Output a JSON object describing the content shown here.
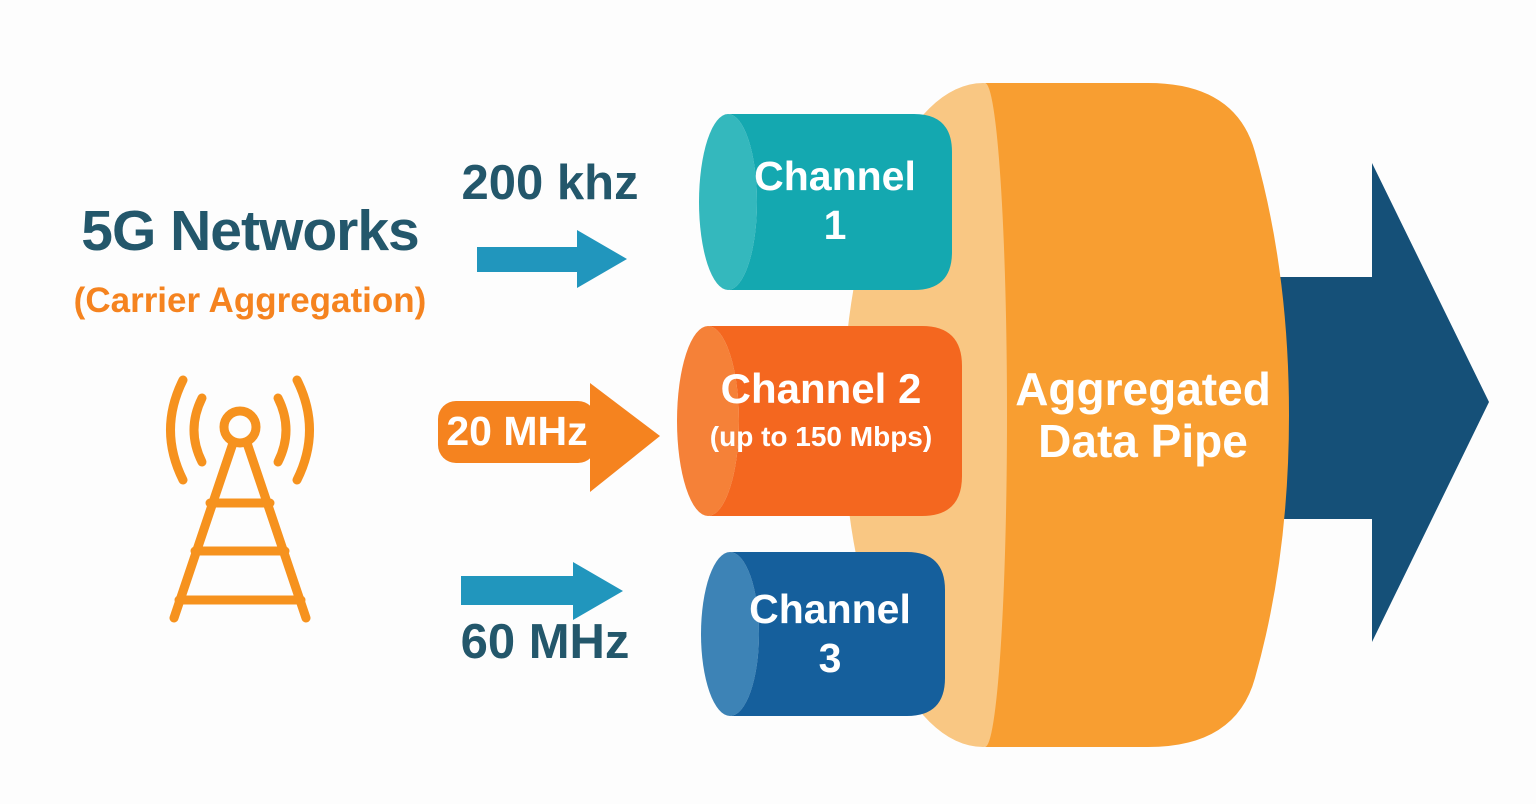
{
  "title": {
    "text": "5G Networks",
    "subtitle": "(Carrier Aggregation)"
  },
  "channels": [
    {
      "name": "Channel 1",
      "label_line1": "Channel",
      "label_line2": "1",
      "bandwidth": "200 khz"
    },
    {
      "name": "Channel 2",
      "label_line1": "Channel 2",
      "note": "(up to 150 Mbps)",
      "bandwidth": "20 MHz"
    },
    {
      "name": "Channel 3",
      "label_line1": "Channel",
      "label_line2": "3",
      "bandwidth": "60 MHz"
    }
  ],
  "pipe": {
    "label_line1": "Aggregated",
    "label_line2": "Data Pipe"
  },
  "icons": [
    {
      "name": "cell-tower-icon"
    },
    {
      "name": "flow-arrow-icon"
    },
    {
      "name": "output-arrow-icon"
    }
  ],
  "colors": {
    "heading_teal": "#23576b",
    "accent_orange": "#f5831f",
    "tower_orange": "#f6921e",
    "flow_arrow_teal": "#2196bd",
    "channel1_body": "#14a8b0",
    "channel1_cap": "#34b8bd",
    "channel2_body": "#f4671f",
    "channel2_cap": "#f58138",
    "chann3_body": "#155f9c",
    "channel3_body": "#155f9c",
    "channel3_cap": "#3d83b6",
    "pipe_body": "#f89e31",
    "pipe_cap": "#f9c783",
    "output_navy": "#155078",
    "label_white": "#ffffff",
    "background": "#fdfdfd"
  }
}
